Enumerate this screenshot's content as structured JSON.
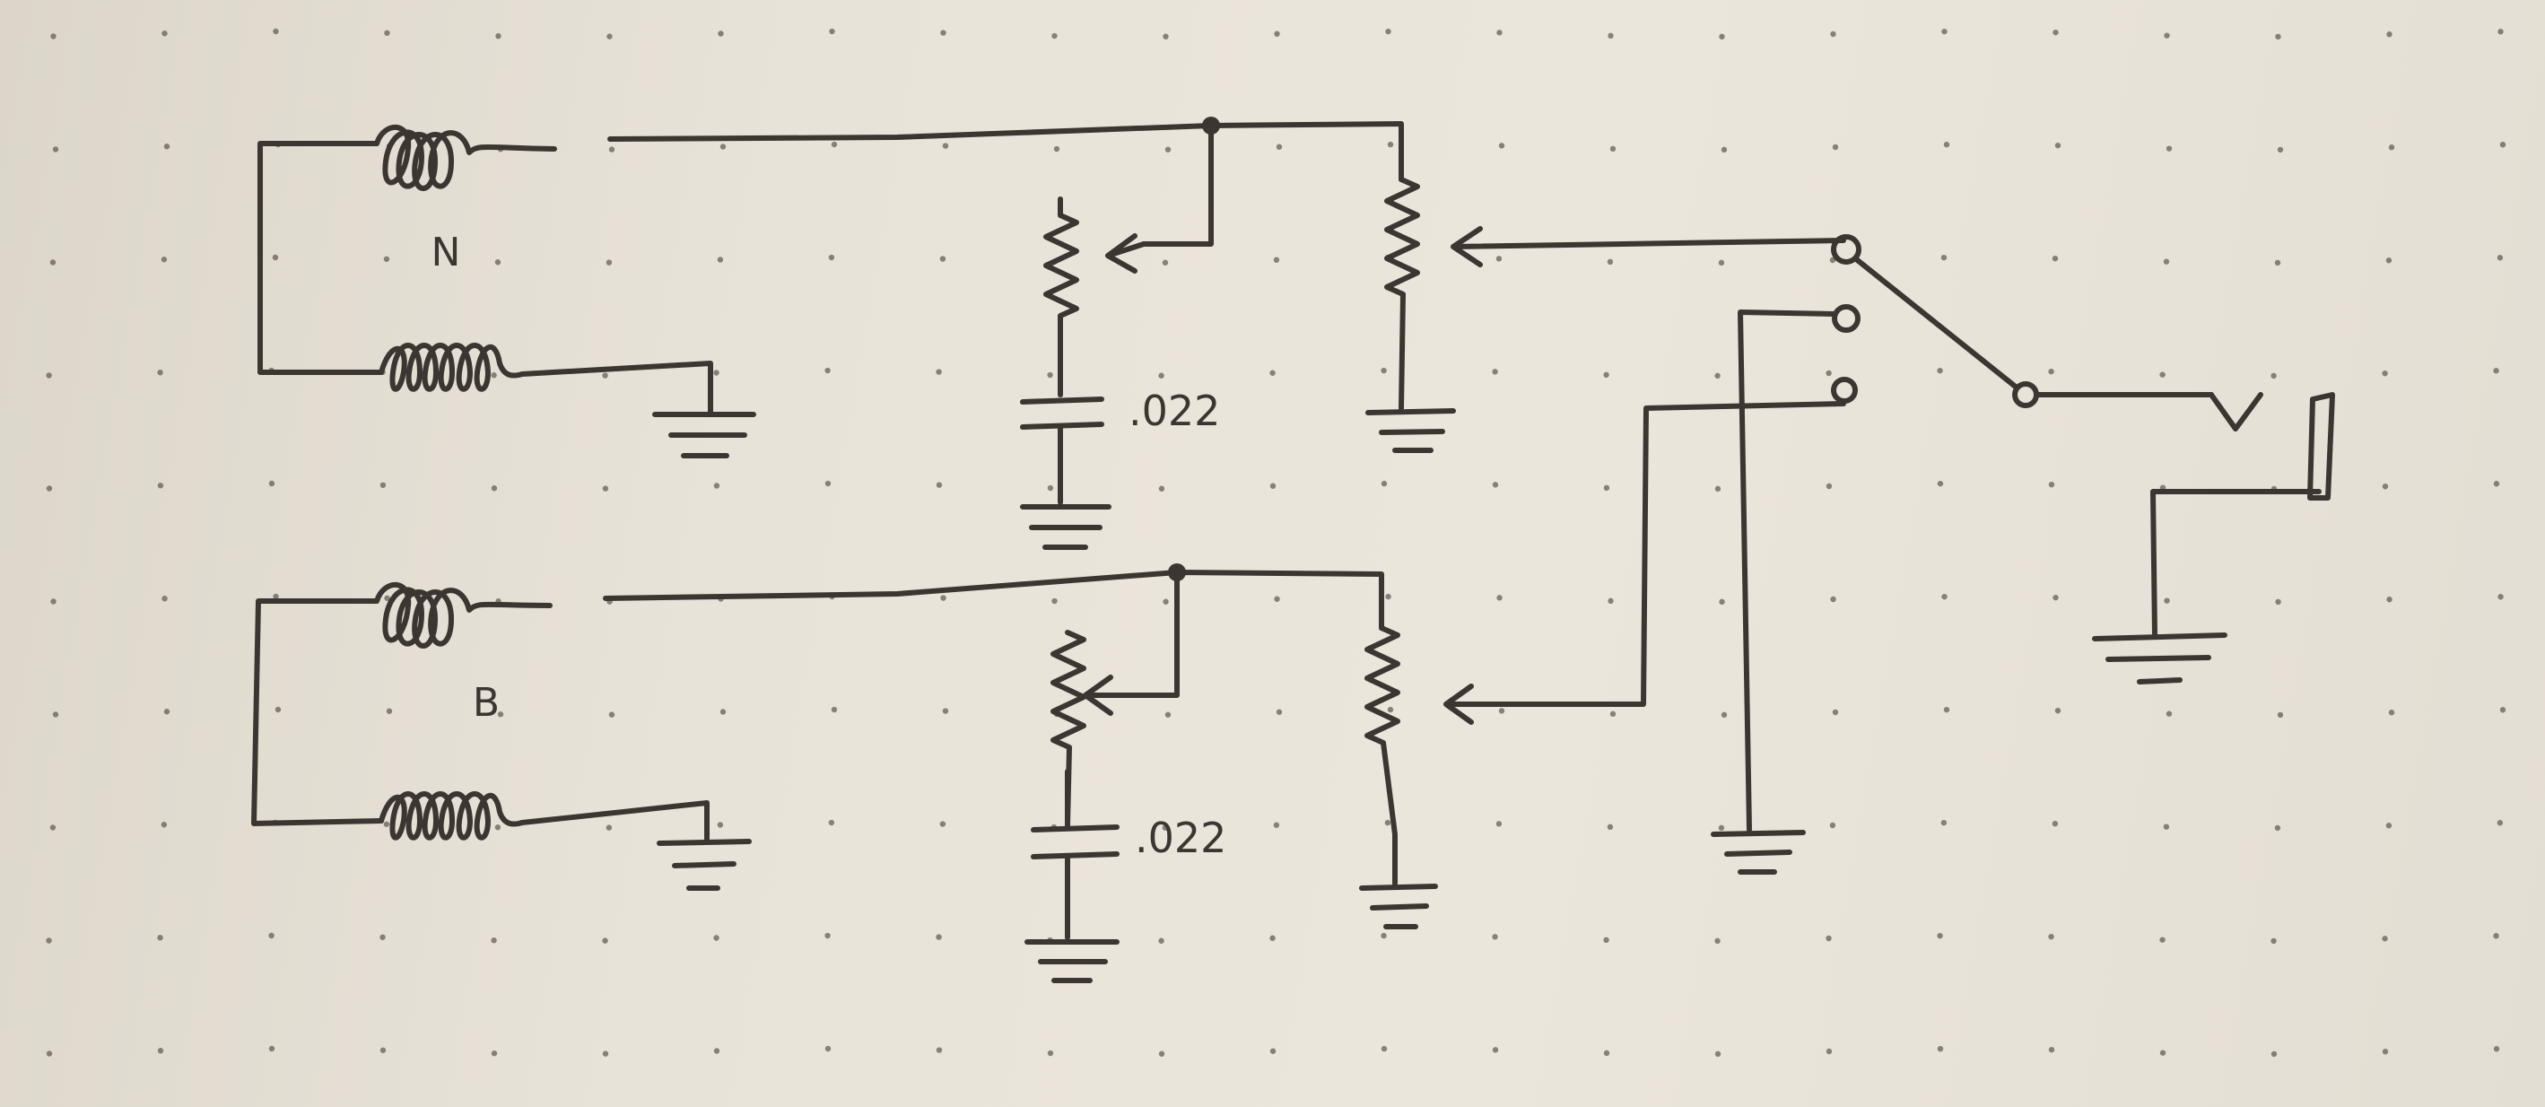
{
  "labels": {
    "neck_pickup": "N",
    "bridge_pickup": "B",
    "cap_neck": ".022",
    "cap_bridge": ".022"
  },
  "colors": {
    "paper": "#e9e4da",
    "ink": "#3b3631",
    "dot": "#5c564f"
  }
}
